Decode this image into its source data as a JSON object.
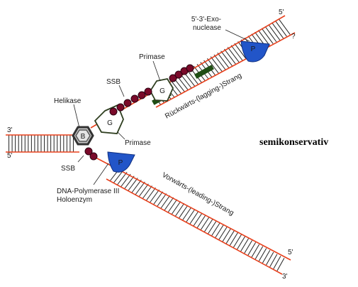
{
  "diagram": {
    "labels": {
      "exonuclease_line1": "5'-3'-Exo-",
      "exonuclease_line2": "nuclease",
      "primase_top": "Primase",
      "ssb_top": "SSB",
      "helikase": "Helikase",
      "helikase_letter": "B",
      "primase_letter_center": "G",
      "primase_letter_lagging": "G",
      "primase_right": "Primase",
      "ssb_bottom": "SSB",
      "polymerase_line1": "DNA-Polymerase III",
      "polymerase_line2": "Holoenzym",
      "polymerase_letter_top": "P",
      "polymerase_letter_bottom": "P",
      "lagging_strand": "Rückwärts-(lagging-)Strang",
      "leading_strand": "Vorwärts-(leading-)Strang",
      "semikonservativ": "semikonservativ"
    },
    "ends": {
      "left_top": "3'",
      "left_bottom": "5'",
      "upper_right_top": "5'",
      "upper_right_bottom": "?",
      "lower_right_top": "5'",
      "lower_right_bottom": "3'"
    },
    "colors": {
      "strand_red": "#e8401c",
      "rung_black": "#222222",
      "ssb_bead": "#7a0a2a",
      "polymerase_blue": "#2255c8",
      "primer_green": "#1f4d14",
      "enzyme_outline": "#333333"
    }
  }
}
